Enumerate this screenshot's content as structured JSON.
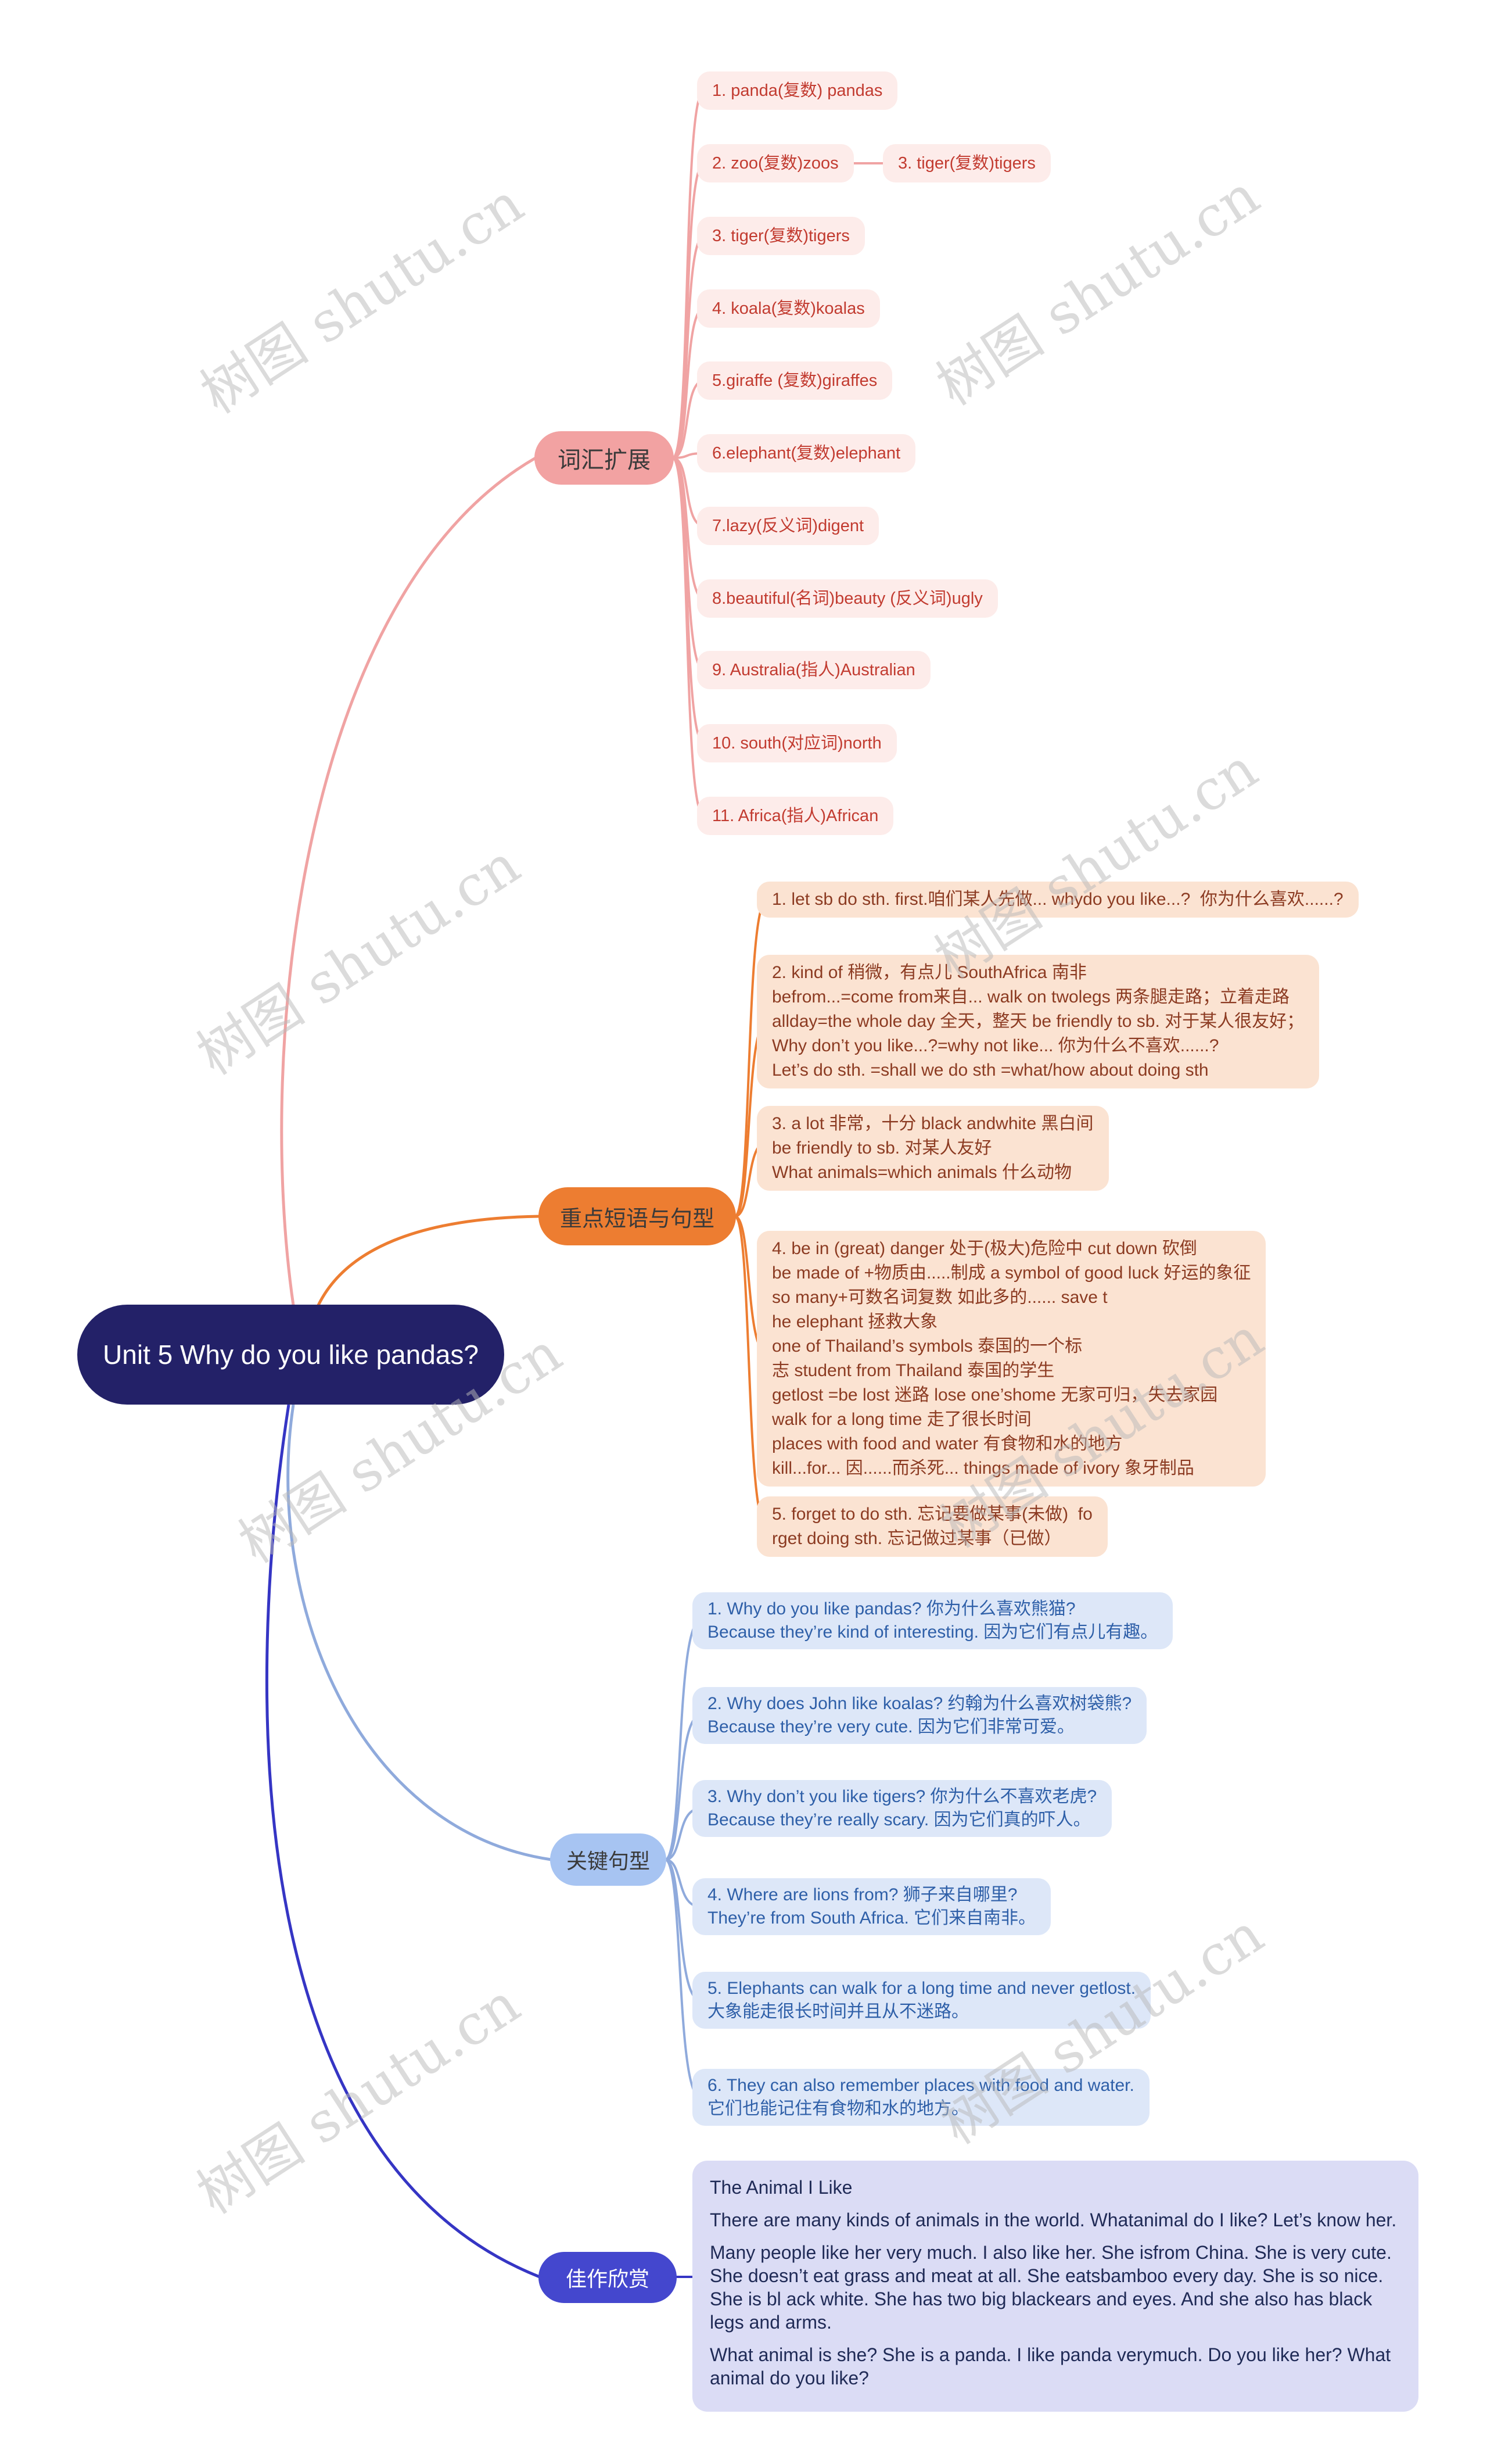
{
  "watermark": {
    "text": "树图 shutu.cn"
  },
  "root": {
    "title": "Unit 5 Why do you like pandas?"
  },
  "colors": {
    "root_bg": "#232168",
    "vocab_branch": "#f2a2a2",
    "vocab_item_bg": "#fdecea",
    "vocab_item_text": "#c23b30",
    "phrases_branch": "#ed7d31",
    "phrases_item_bg": "#fbe3d2",
    "phrases_item_text": "#8c3b22",
    "sentences_branch": "#a7c4f2",
    "sentences_item_bg": "#dde7f8",
    "sentences_item_text": "#2e5fa8",
    "essay_branch": "#4447ce",
    "essay_item_bg": "#dbdcf5",
    "essay_item_text": "#1f2a56"
  },
  "branches": {
    "vocab": {
      "label": "词汇扩展",
      "items": [
        {
          "text": "1. panda(复数) pandas"
        },
        {
          "text": "2. zoo(复数)zoos",
          "sibling": "3. tiger(复数)tigers"
        },
        {
          "text": "3. tiger(复数)tigers"
        },
        {
          "text": "4. koala(复数)koalas"
        },
        {
          "text": "5.giraffe (复数)giraffes"
        },
        {
          "text": "6.elephant(复数)elephant"
        },
        {
          "text": "7.lazy(反义词)digent"
        },
        {
          "text": "8.beautiful(名词)beauty (反义词)ugly"
        },
        {
          "text": "9. Australia(指人)Australian"
        },
        {
          "text": "10. south(对应词)north"
        },
        {
          "text": "11. Africa(指人)African"
        }
      ]
    },
    "phrases": {
      "label": "重点短语与句型",
      "items": [
        {
          "text": "1. let sb do sth. first.咱们某人先做... whydo you like...?  你为什么喜欢......?"
        },
        {
          "text": "2. kind of 稍微，有点儿 SouthAfrica 南非\nbefrom...=come from来自... walk on twolegs 两条腿走路；立着走路\nallday=the whole day 全天，整天 be friendly to sb. 对于某人很友好；\nWhy don’t you like...?=why not like... 你为什么不喜欢......?\nLet’s do sth. =shall we do sth =what/how about doing sth"
        },
        {
          "text": "3. a lot 非常，十分 black andwhite 黑白间\nbe friendly to sb. 对某人友好\nWhat animals=which animals 什么动物"
        },
        {
          "text": "4. be in (great) danger 处于(极大)危险中 cut down 砍倒\nbe made of +物质由.....制成 a symbol of good luck 好运的象征\nso many+可数名词复数 如此多的...... save t\nhe elephant 拯救大象\none of Thailand’s symbols 泰国的一个标\n志 student from Thailand 泰国的学生\ngetlost =be lost 迷路 lose one’shome 无家可归，失去家园\nwalk for a long time 走了很长时间\nplaces with food and water 有食物和水的地方\nkill...for... 因......而杀死... things made of ivory 象牙制品"
        },
        {
          "text": "5. forget to do sth. 忘记要做某事(未做)  fo\nrget doing sth. 忘记做过某事（已做）"
        }
      ]
    },
    "sentences": {
      "label": "关键句型",
      "items": [
        {
          "text": "1. Why do you like pandas? 你为什么喜欢熊猫?\nBecause they’re kind of interesting. 因为它们有点儿有趣。"
        },
        {
          "text": "2. Why does John like koalas? 约翰为什么喜欢树袋熊?\nBecause they’re very cute. 因为它们非常可爱。"
        },
        {
          "text": "3. Why don’t you like tigers? 你为什么不喜欢老虎?\nBecause they’re really scary. 因为它们真的吓人。"
        },
        {
          "text": "4. Where are lions from? 狮子来自哪里?\nThey’re from South Africa. 它们来自南非。"
        },
        {
          "text": "5. Elephants can walk for a long time and never getlost.\n大象能走很长时间并且从不迷路。"
        },
        {
          "text": "6. They can also remember places with food and water.\n它们也能记住有食物和水的地方。"
        }
      ]
    },
    "essay": {
      "label": "佳作欣赏",
      "paragraphs": [
        "The Animal I Like",
        "There are many kinds of animals in the world. Whatanimal do I like? Let’s know her.",
        "Many people like her very much. I also like her. She isfrom China. She is very cute. She doesn’t eat grass and meat at all. She eatsbamboo every day. She is so nice. She is bl ack white. She has two big blackears and eyes. And she also has black legs and arms.",
        "What animal is she? She is a panda. I like panda verymuch. Do you like her? What animal do you like?"
      ]
    }
  }
}
